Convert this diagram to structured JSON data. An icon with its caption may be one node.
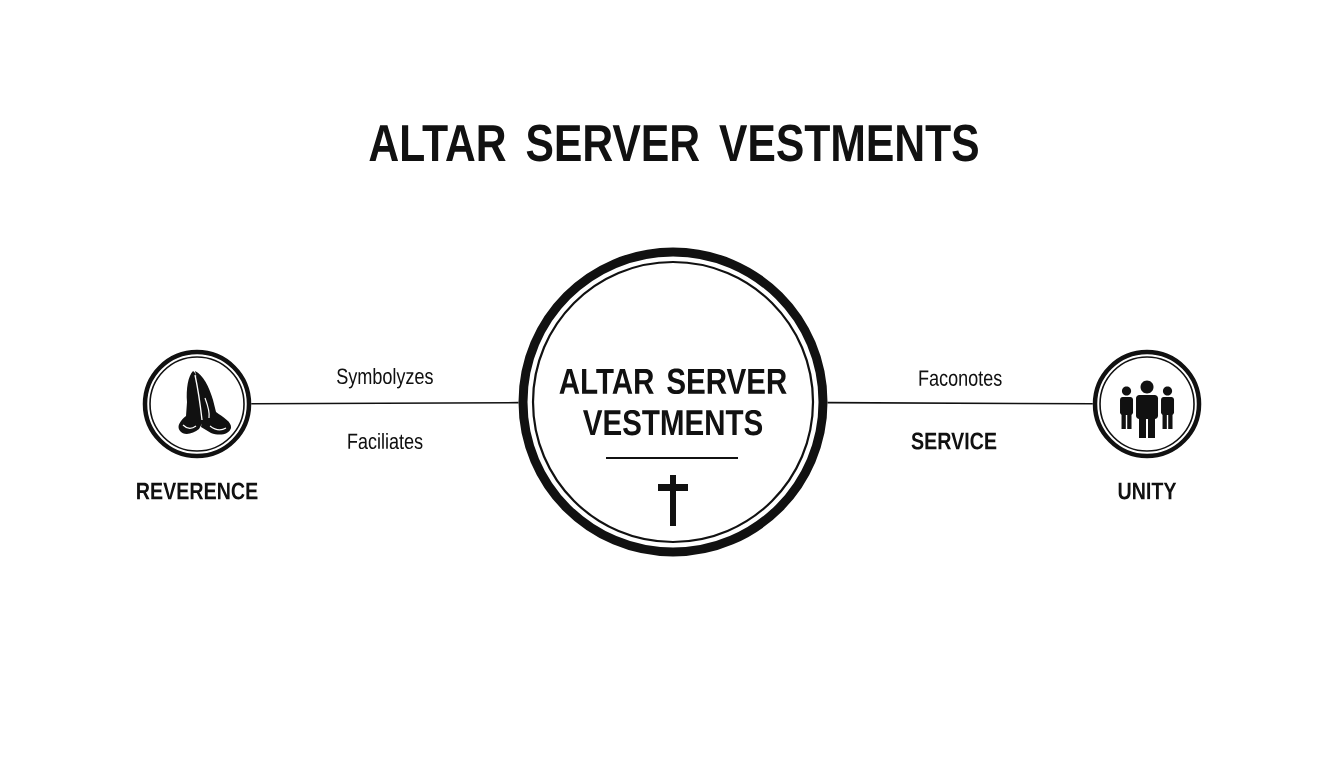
{
  "diagram": {
    "title": "ALTAR SERVER VESTMENTS",
    "nodes": [
      {
        "text": [
          "ALTAR SERVER VESTMENTS"
        ]
      },
      {
        "text": [
          "REVERENCE"
        ]
      },
      {
        "text": [
          "UNITY"
        ]
      }
    ],
    "edges": [
      {
        "from": 1,
        "to": 0,
        "arrow": "none",
        "label": "Symbolyzes"
      },
      {
        "from": 0,
        "to": 2,
        "arrow": "none",
        "label": "Faconotes"
      }
    ],
    "labels": [
      "Faciliates",
      "SERVICE"
    ]
  }
}
